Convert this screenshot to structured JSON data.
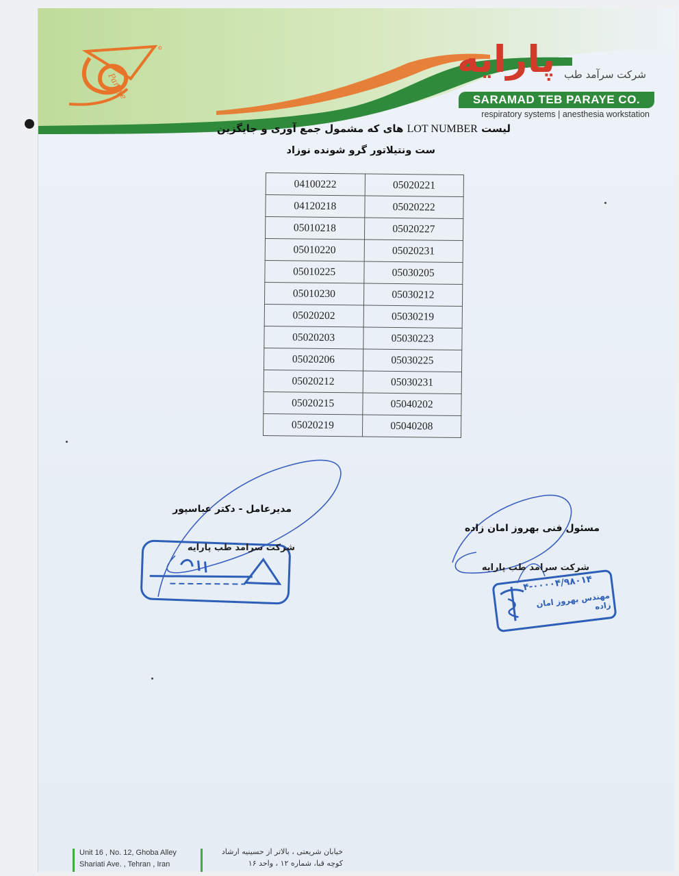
{
  "header": {
    "company_fa": "شرکت سرآمد طب",
    "brand_fa": "پارایه",
    "brand_en": "SARAMAD TEB PARAYE CO.",
    "tagline": "respiratory systems | anesthesia workstation",
    "logo_text": "Paraye",
    "colors": {
      "green": "#2f8a3c",
      "orange": "#e8742a",
      "red": "#d23a2a"
    }
  },
  "titles": {
    "line1_pre": "لیست",
    "line1_lot": "LOT NUMBER",
    "line1_post": "های که مشمول جمع آوری و جایگزین",
    "line2": "ست ونتیلاتور گرو شونده نوزاد"
  },
  "lot_table": {
    "rows": [
      [
        "05020221",
        "04100222"
      ],
      [
        "05020222",
        "04120218"
      ],
      [
        "05020227",
        "05010218"
      ],
      [
        "05020231",
        "05010220"
      ],
      [
        "05030205",
        "05010225"
      ],
      [
        "05030212",
        "05010230"
      ],
      [
        "05030219",
        "05020202"
      ],
      [
        "05030223",
        "05020203"
      ],
      [
        "05030225",
        "05020206"
      ],
      [
        "05030231",
        "05020212"
      ],
      [
        "05040202",
        "05020215"
      ],
      [
        "05040208",
        "05020219"
      ]
    ]
  },
  "signatures": {
    "left_title": "مدیرعامل - دکتر عباسپور",
    "left_company": "شرکت سرامد طب پارایه",
    "right_title": "مسئول فنی  بهروز امان زاده",
    "right_company": "شرکت سرامد طب پارایه",
    "stamp_right_line1": "۴-۰۰۰۰۴/۹۸۰۱۴",
    "stamp_right_line2": "مهندس بهروز امان زاده",
    "stamp_color": "#2d5fb8"
  },
  "footer": {
    "en_line1": "Unit 16 , No. 12, Ghoba Alley",
    "en_line2": "Shariati Ave. , Tehran , Iran",
    "fa_line1": "خیابان شریعتی ، بالاتر از حسینیه ارشاد",
    "fa_line2": "کوچه قبا، شماره ۱۲ ، واحد ۱۶"
  }
}
